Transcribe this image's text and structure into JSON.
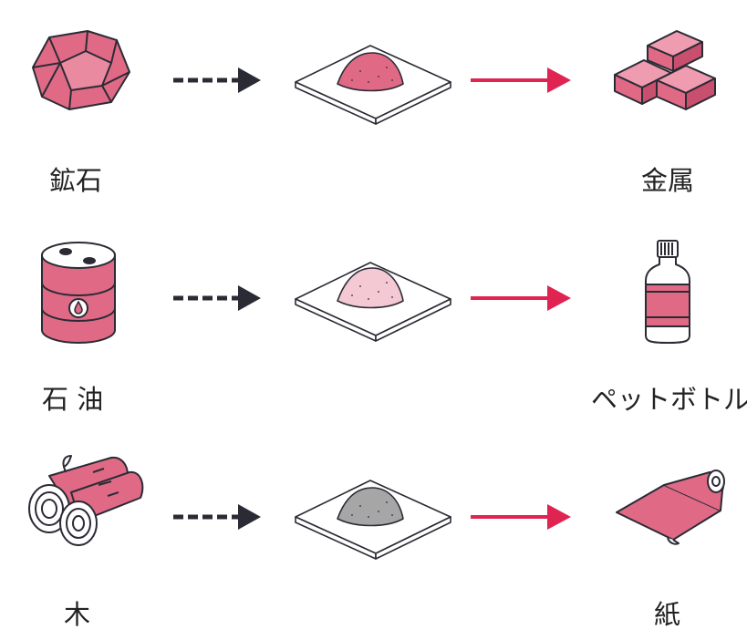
{
  "colors": {
    "pink": "#e06a86",
    "pink_light": "#f5c9d3",
    "gray_powder": "#a6a6a6",
    "outline": "#2b2b35",
    "arrow_dark": "#2b2b35",
    "arrow_red": "#e02452"
  },
  "rows": [
    {
      "source": {
        "label": "鉱石",
        "icon": "ore-crystal-icon"
      },
      "powder": {
        "icon": "pink-powder-plate-icon",
        "color": "#e06a86"
      },
      "product": {
        "label": "金属",
        "icon": "metal-ingots-icon"
      }
    },
    {
      "source": {
        "label": "石 油",
        "icon": "oil-drum-icon"
      },
      "powder": {
        "icon": "light-pink-powder-plate-icon",
        "color": "#f5c9d3"
      },
      "product": {
        "label": "ペットボトル",
        "icon": "plastic-bottle-icon"
      }
    },
    {
      "source": {
        "label": "木",
        "icon": "wood-logs-icon"
      },
      "powder": {
        "icon": "gray-powder-plate-icon",
        "color": "#a6a6a6"
      },
      "product": {
        "label": "紙",
        "icon": "paper-roll-icon"
      }
    }
  ]
}
